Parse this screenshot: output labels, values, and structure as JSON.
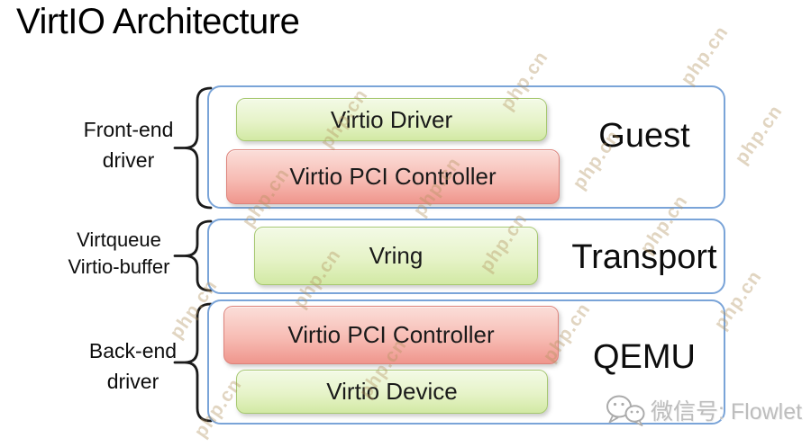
{
  "title": "VirtIO Architecture",
  "watermark": {
    "text": "php.cn"
  },
  "footer": {
    "wechat_label": "微信号: Flowlet",
    "wechat_icon": "wechat-bubbles"
  },
  "colors": {
    "box_border": "#7aa4d8",
    "green_top": "#f3fae6",
    "green_bottom": "#d2e9a4",
    "green_border": "#a6c870",
    "red_top": "#fbded9",
    "red_bottom": "#ef968d",
    "red_border": "#dd837b",
    "watermark": "#b3935f",
    "footer_gray": "#bdbdbd"
  },
  "diagram": {
    "rows": [
      {
        "side_label": [
          "Front-end",
          "driver"
        ],
        "box_label": "Guest",
        "blocks": [
          {
            "label": "Virtio Driver",
            "color": "green"
          },
          {
            "label": "Virtio PCI Controller",
            "color": "red"
          }
        ]
      },
      {
        "side_label": [
          "Virtqueue",
          "Virtio-buffer"
        ],
        "box_label": "Transport",
        "blocks": [
          {
            "label": "Vring",
            "color": "green"
          }
        ]
      },
      {
        "side_label": [
          "Back-end",
          "driver"
        ],
        "box_label": "QEMU",
        "blocks": [
          {
            "label": "Virtio PCI Controller",
            "color": "red"
          },
          {
            "label": "Virtio Device",
            "color": "green"
          }
        ]
      }
    ]
  }
}
